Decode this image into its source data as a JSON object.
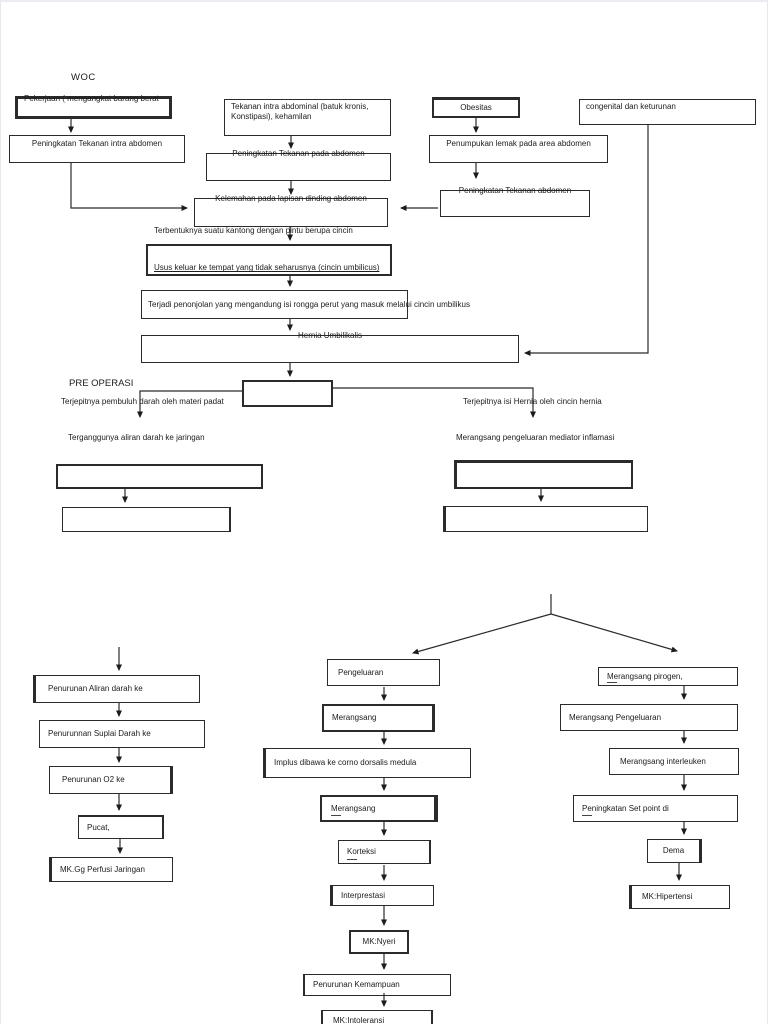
{
  "page": {
    "woc_title": "WOC",
    "pre_operasi_label": "PRE OPERASI"
  },
  "colors": {
    "ink": "#1c1c1c",
    "line": "#2b2b2b",
    "page_background": "#ffffff",
    "frame": "#ececf3"
  },
  "floating_texts": {
    "terbentuknya": "Terbentuknya suatu kantong dengan pintu berupa cincin",
    "terjepitnya_pembuluh": "Terjepitnya pembuluh darah oleh materi padat",
    "terganggunya": "Terganggunya aliran darah ke jaringan",
    "terjepitnya_isi": "Terjepitnya isi Hernia oleh cincin hernia",
    "merangsang_mediator": "Merangsang pengeluaran mediator inflamasi"
  },
  "nodes": {
    "pekerjaan": {
      "label": "Pekerjaan ( mengangkat barang berat"
    },
    "peningkatan_intra_abdomen": {
      "label": "Peningkatan Tekanan intra abdomen"
    },
    "tekanan_intra_abdominal": {
      "label": "Tekanan intra abdominal (batuk kronis, Konstipasi), kehamilan"
    },
    "peningkatan_pada_abdomen": {
      "label": "Peningkatan Tekanan pada abdomen"
    },
    "kelemahan": {
      "label": "Kelemahan pada lapisan dinding abdomen"
    },
    "obesitas": {
      "label": "Obesitas"
    },
    "penumpukan_lemak": {
      "label": "Penumpukan lemak pada area abdomen"
    },
    "peningkatan_abdomen": {
      "label": "Peningkatan Tekanan abdomen"
    },
    "congenital": {
      "label": "congenital dan keturunan"
    },
    "usus_keluar": {
      "label": "Usus keluar ke tempat yang tidak seharusnya (cincin umbilicus)"
    },
    "terjadi_penonjolan": {
      "label": "Terjadi penonjolan yang mengandung isi rongga perut yang masuk melalui cincin umbilikus"
    },
    "hernia_umbilikalis": {
      "label": "Hernia Umbilikalis"
    },
    "penurunan_aliran": {
      "label": "Penurunan Aliran darah ke"
    },
    "penurunan_suplai": {
      "label": "Penurunnan Suplai Darah ke"
    },
    "penurunan_o2": {
      "label": "Penurunan O2 ke"
    },
    "pucat": {
      "label": "Pucat,"
    },
    "mk_perfusi": {
      "label": "MK.Gg Perfusi Jaringan"
    },
    "pengeluaran": {
      "label": "Pengeluaran"
    },
    "merangsang_1": {
      "label": "Merangsang"
    },
    "implus": {
      "label": "Implus dibawa ke corno dorsalis medula"
    },
    "merangsang_2": {
      "label": "Merangsang"
    },
    "korteksi": {
      "label": "Korteksi"
    },
    "interprestasi": {
      "label": "Interprestasi"
    },
    "mk_nyeri": {
      "label": "MK:Nyeri"
    },
    "penurunan_kemampuan": {
      "label": "Penurunan Kemampuan"
    },
    "mk_intoleransi": {
      "label": "MK:Intoleransi"
    },
    "merangsang_pirogen": {
      "label": "Merangsang pirogen,"
    },
    "merangsang_pengeluaran": {
      "label": "Merangsang Pengeluaran"
    },
    "merangsang_interleuken": {
      "label": "Merangsang  interleuken"
    },
    "peningkatan_setpoint": {
      "label": "Peningkatan Set point di"
    },
    "dema": {
      "label": "Dema"
    },
    "mk_hipertensi": {
      "label": "MK:Hipertensi"
    }
  }
}
